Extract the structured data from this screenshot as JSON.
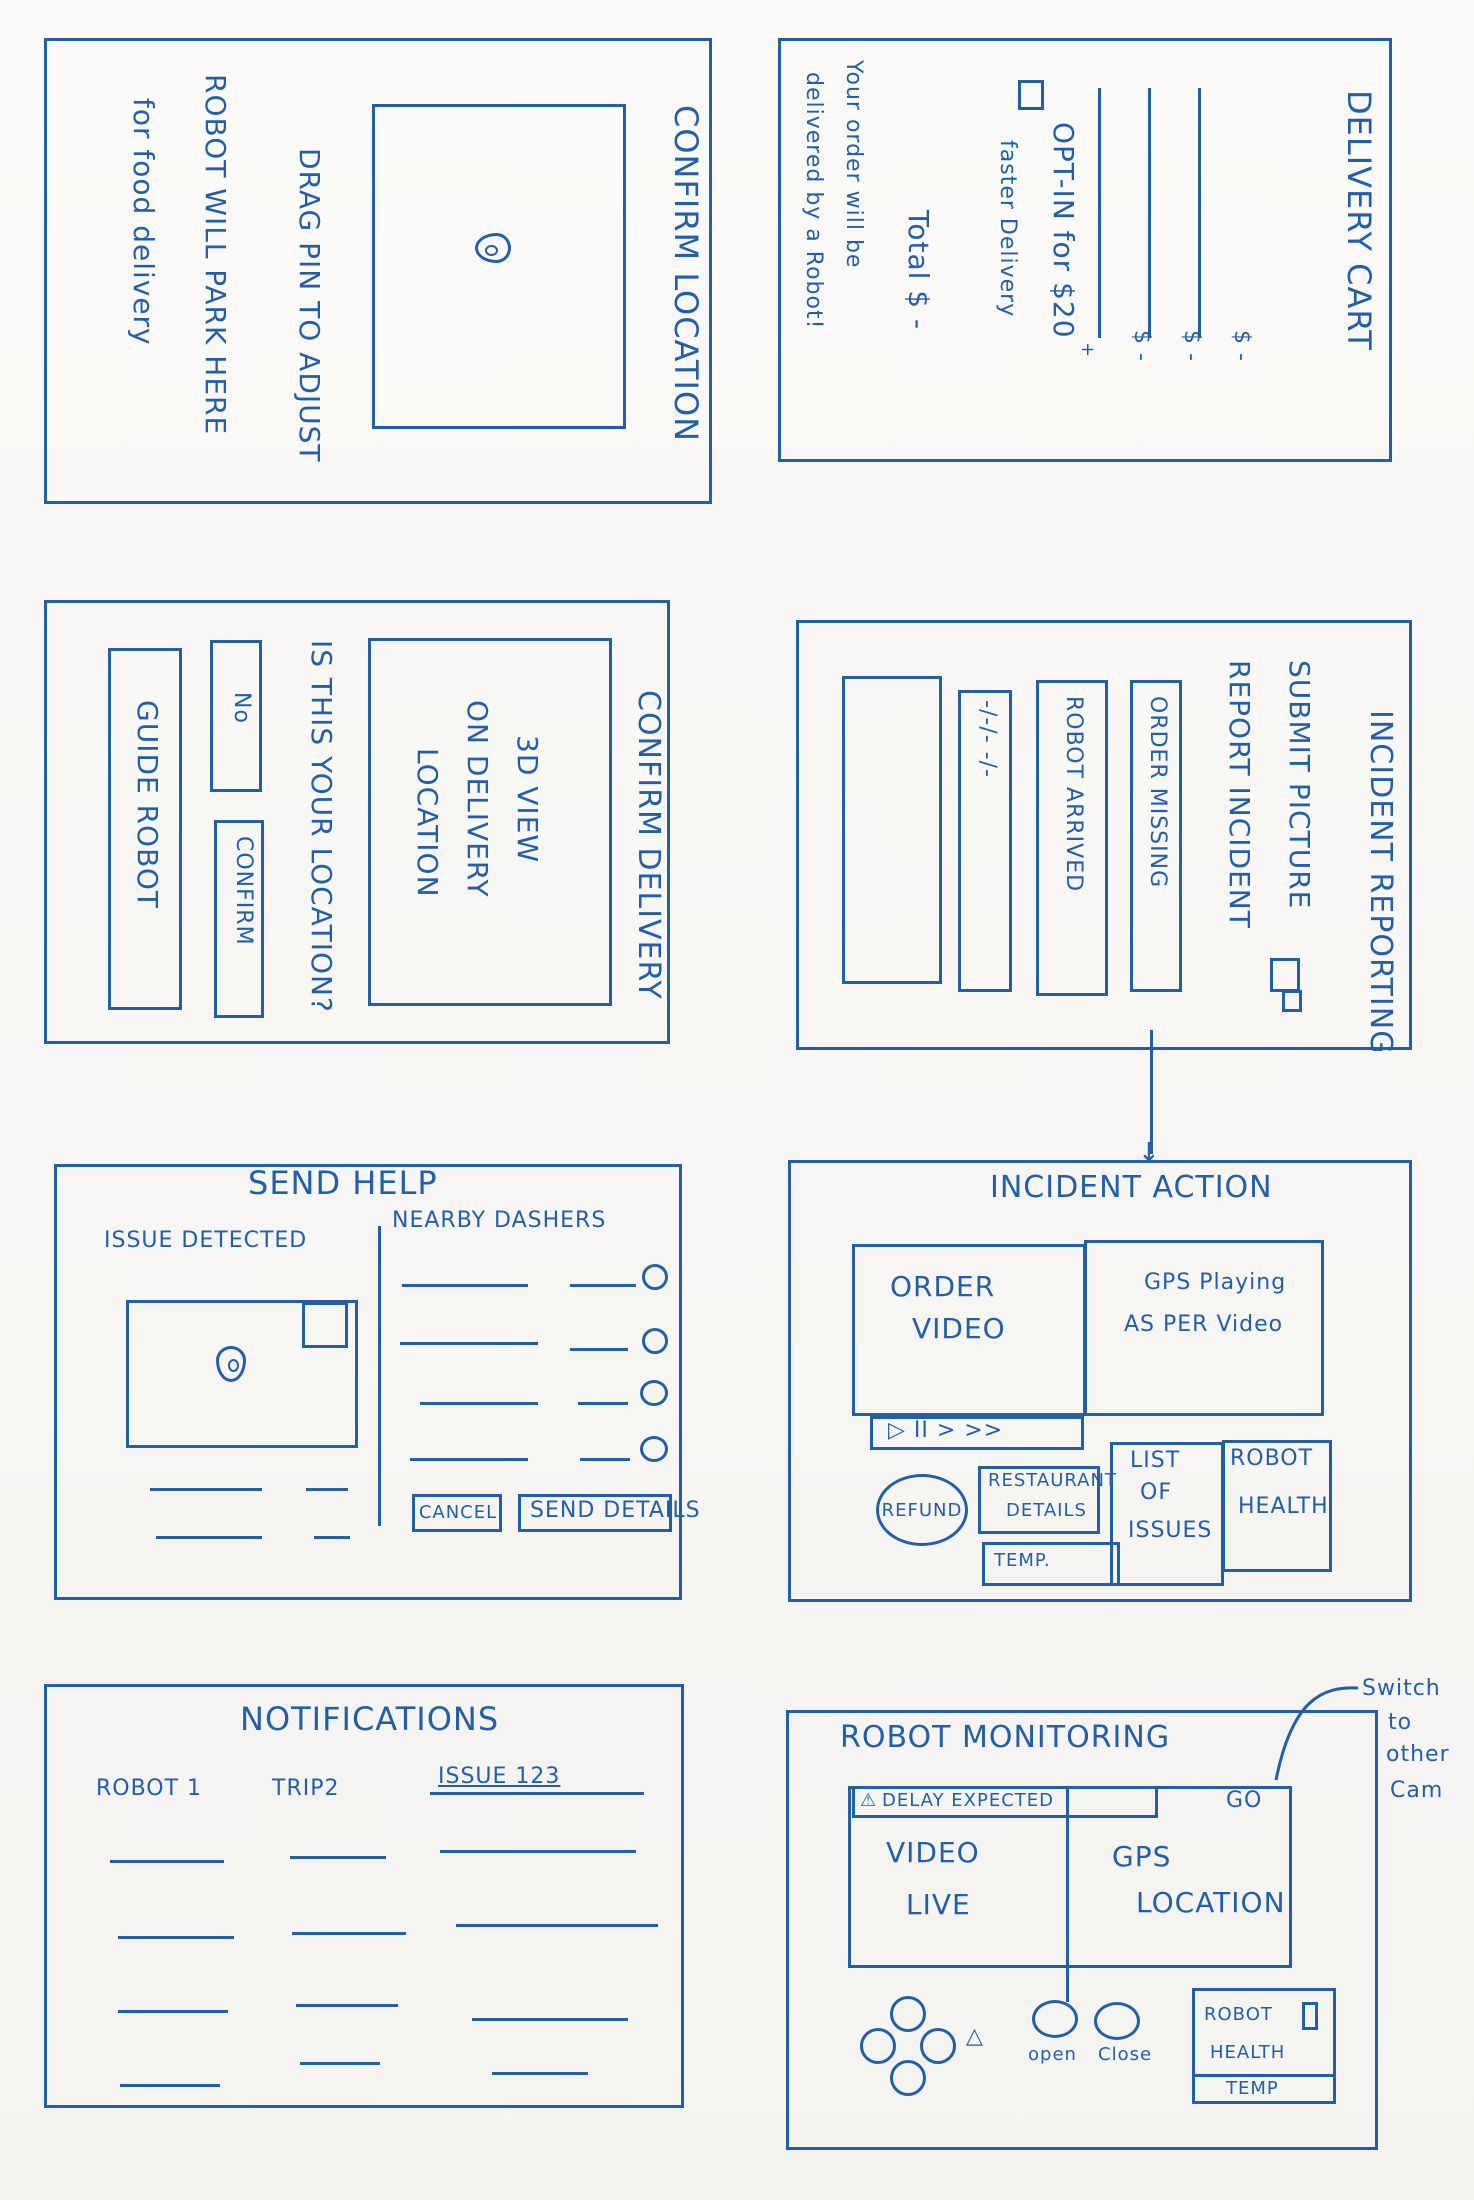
{
  "screens": {
    "confirm_location": {
      "title": "CONFIRM LOCATION",
      "hint": "DRAG PIN TO ADJUST",
      "note_line1": "ROBOT WILL PARK HERE",
      "note_line2": "for food delivery"
    },
    "delivery_cart": {
      "title": "DELIVERY CART",
      "item_price": "$ -",
      "opt_in_line1": "OPT-IN for $20",
      "opt_in_sup": "+",
      "opt_in_line2": "faster Delivery",
      "total": "Total $ -",
      "note_line1": "Your order will be",
      "note_line2": "delivered by a Robot!"
    },
    "confirm_delivery": {
      "title": "CONFIRM DELIVERY",
      "view_line1": "3D VIEW",
      "view_line2": "ON DELIVERY",
      "view_line3": "LOCATION",
      "question": "IS THIS YOUR LOCATION?",
      "confirm_button": "CONFIRM",
      "no_button": "No",
      "guide_button": "GUIDE ROBOT"
    },
    "incident_reporting": {
      "title": "INCIDENT REPORTING",
      "submit_picture": "SUBMIT PICTURE",
      "report_incident": "REPORT INCIDENT",
      "order_missing": "ORDER MISSING",
      "robot_arrived": "ROBOT ARRIVED",
      "date_field": "-/-/- -/-"
    },
    "send_help": {
      "title": "SEND HELP",
      "issue_detected": "ISSUE DETECTED",
      "nearby_dashers": "NEARBY DASHERS",
      "cancel_button": "CANCEL",
      "send_button": "SEND DETAILS"
    },
    "incident_action": {
      "title": "INCIDENT ACTION",
      "order_video_line1": "ORDER",
      "order_video_line2": "VIDEO",
      "gps_line1": "GPS Playing",
      "gps_line2": "AS PER Video",
      "controls": "▷ II > >>",
      "refund_button": "REFUND",
      "restaurant_line1": "RESTAURANT",
      "restaurant_line2": "DETAILS",
      "temp": "TEMP.",
      "issues_line1": "LIST",
      "issues_line2": "OF",
      "issues_line3": "ISSUES",
      "health_line1": "ROBOT",
      "health_line2": "HEALTH"
    },
    "notifications": {
      "title": "NOTIFICATIONS",
      "tabs": [
        "ROBOT 1",
        "TRIP2",
        "ISSUE 123"
      ]
    },
    "robot_monitoring": {
      "title": "ROBOT MONITORING",
      "alert": "DELAY EXPECTED",
      "go_label": "GO",
      "video_line1": "VIDEO",
      "video_line2": "LIVE",
      "gps_line1": "GPS",
      "gps_line2": "LOCATION",
      "open_label": "open",
      "close_label": "Close",
      "health_line1": "ROBOT",
      "health_line2": "HEALTH",
      "temp": "TEMP",
      "switch_note_line1": "Switch",
      "switch_note_line2": "to",
      "switch_note_line3": "other",
      "switch_note_line4": "Cam"
    }
  }
}
